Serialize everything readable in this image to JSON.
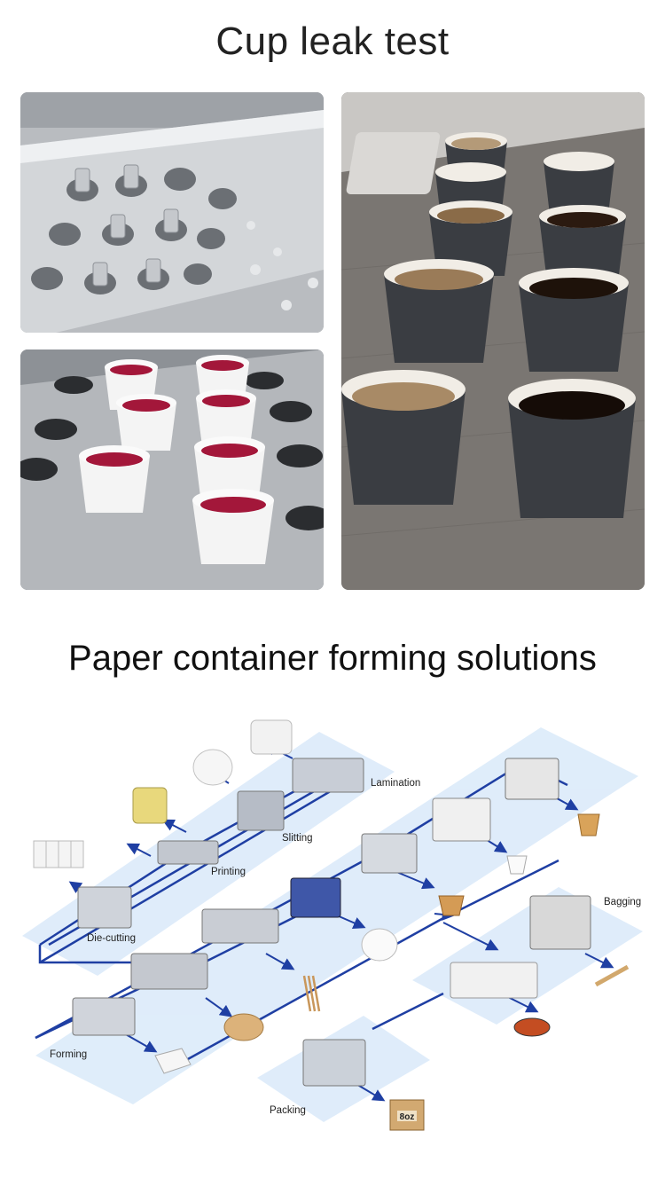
{
  "section1": {
    "title": "Cup leak test",
    "photos": [
      {
        "caption": "",
        "subject": "empty-tray-with-cup-holes"
      },
      {
        "caption": "",
        "subject": "paper-cups-with-red-liquid-on-tray"
      },
      {
        "caption": "",
        "subject": "black-paper-cups-with-coffee"
      }
    ]
  },
  "section2": {
    "title": "Paper container forming solutions",
    "stages": {
      "lamination": "Lamination",
      "slitting": "Slitting",
      "printing": "Printing",
      "die_cutting": "Die-cutting",
      "forming": "Forming",
      "bagging": "Bagging",
      "packing": "Packing"
    },
    "box_label": "8oz"
  },
  "colors": {
    "flow_line": "#1f3fa3",
    "band": "#dcebfa",
    "title_text": "#222222"
  }
}
